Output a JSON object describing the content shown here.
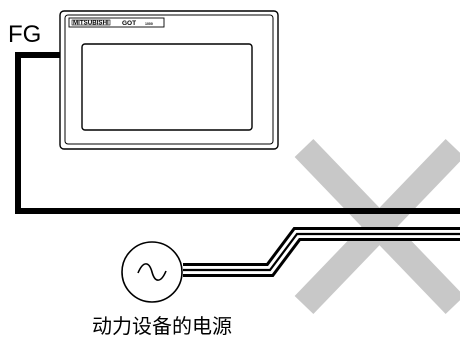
{
  "labels": {
    "fg": "FG",
    "power_device": "动力设备的电源"
  },
  "hmi": {
    "brand": "MITSUBISHI",
    "model": "GOT",
    "model_suffix": "1000"
  },
  "colors": {
    "line": "#000000",
    "cross": "#c8c8c8",
    "background": "#ffffff"
  },
  "icons": {
    "ac_source": "sine-wave-in-circle",
    "prohibited": "cross-mark"
  }
}
